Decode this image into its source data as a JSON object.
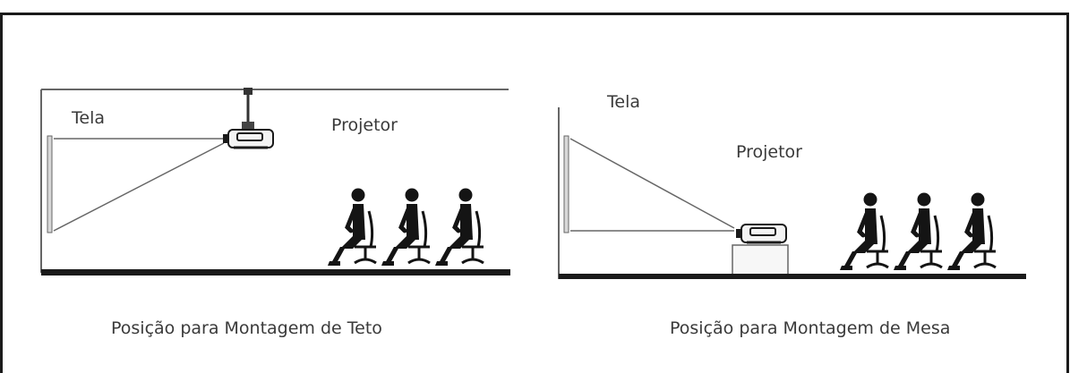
{
  "ceiling": {
    "screen_label": "Tela",
    "projector_label": "Projetor",
    "caption": "Posição para Montagem de Teto"
  },
  "table": {
    "screen_label": "Tela",
    "projector_label": "Projetor",
    "caption": "Posição para Montagem de Mesa"
  },
  "colors": {
    "border": "#1a1a1a",
    "line": "#555555",
    "person": "#141414",
    "text": "#3a3a3a"
  },
  "icons": [
    "projector-icon",
    "person-seated-icon",
    "chair-icon"
  ]
}
